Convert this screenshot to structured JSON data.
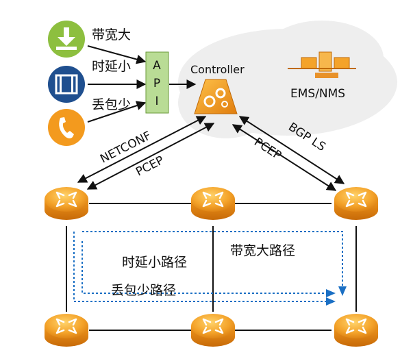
{
  "services": {
    "bandwidth": {
      "label": "带宽大",
      "icon": "download-icon",
      "color": "#8dbf3f"
    },
    "latency": {
      "label": "时延小",
      "icon": "film-icon",
      "color": "#1f4f8f"
    },
    "loss": {
      "label": "丢包少",
      "icon": "phone-icon",
      "color": "#f39a1e"
    }
  },
  "api": {
    "letters": [
      "A",
      "P",
      "I"
    ]
  },
  "controller": {
    "label": "Controller"
  },
  "ems": {
    "label": "EMS/NMS"
  },
  "protocols": {
    "left_outer": "NETCONF",
    "left_inner": "PCEP",
    "right_outer": "BGP LS",
    "right_inner": "PCEP"
  },
  "paths": {
    "bandwidth": "带宽大路径",
    "latency": "时延小路径",
    "loss": "丢包少路径"
  },
  "colors": {
    "router": "#f4a32a",
    "path": "#1a6fc4",
    "cloud": "#eeeeee",
    "api_box": "#b9dc95"
  }
}
